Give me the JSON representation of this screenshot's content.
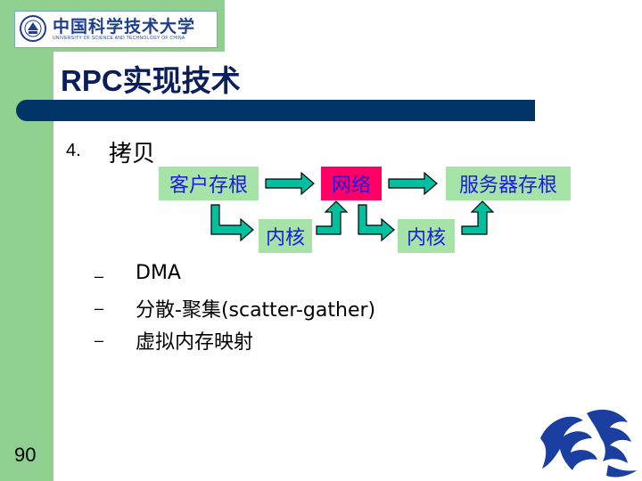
{
  "logo": {
    "name_cn": "中国科学技术大学",
    "name_en": "UNIVERSITY OF SCIENCE AND TECHNOLOGY OF CHINA"
  },
  "title": "RPC实现技术",
  "item": {
    "number": "4.",
    "text": "拷贝"
  },
  "diagram": {
    "client_stub": "客户存根",
    "network": "网络",
    "server_stub": "服务器存根",
    "kernel_left": "内核",
    "kernel_right": "内核"
  },
  "bullets": [
    {
      "dash": "–",
      "text": "DMA"
    },
    {
      "dash": "–",
      "text": "分散-聚集(scatter-gather)"
    },
    {
      "dash": "–",
      "text": "虚拟内存映射"
    }
  ],
  "page_number": "90",
  "colors": {
    "sidebar": "#8fcf8f",
    "title_bar": "#003366",
    "box_green": "#a6e3a6",
    "box_pink": "#ff0066",
    "arrow_fill": "#00c0a0",
    "dragon": "#1a3fa0"
  },
  "icons": [
    "university-emblem-icon",
    "dragon-logo-icon"
  ]
}
